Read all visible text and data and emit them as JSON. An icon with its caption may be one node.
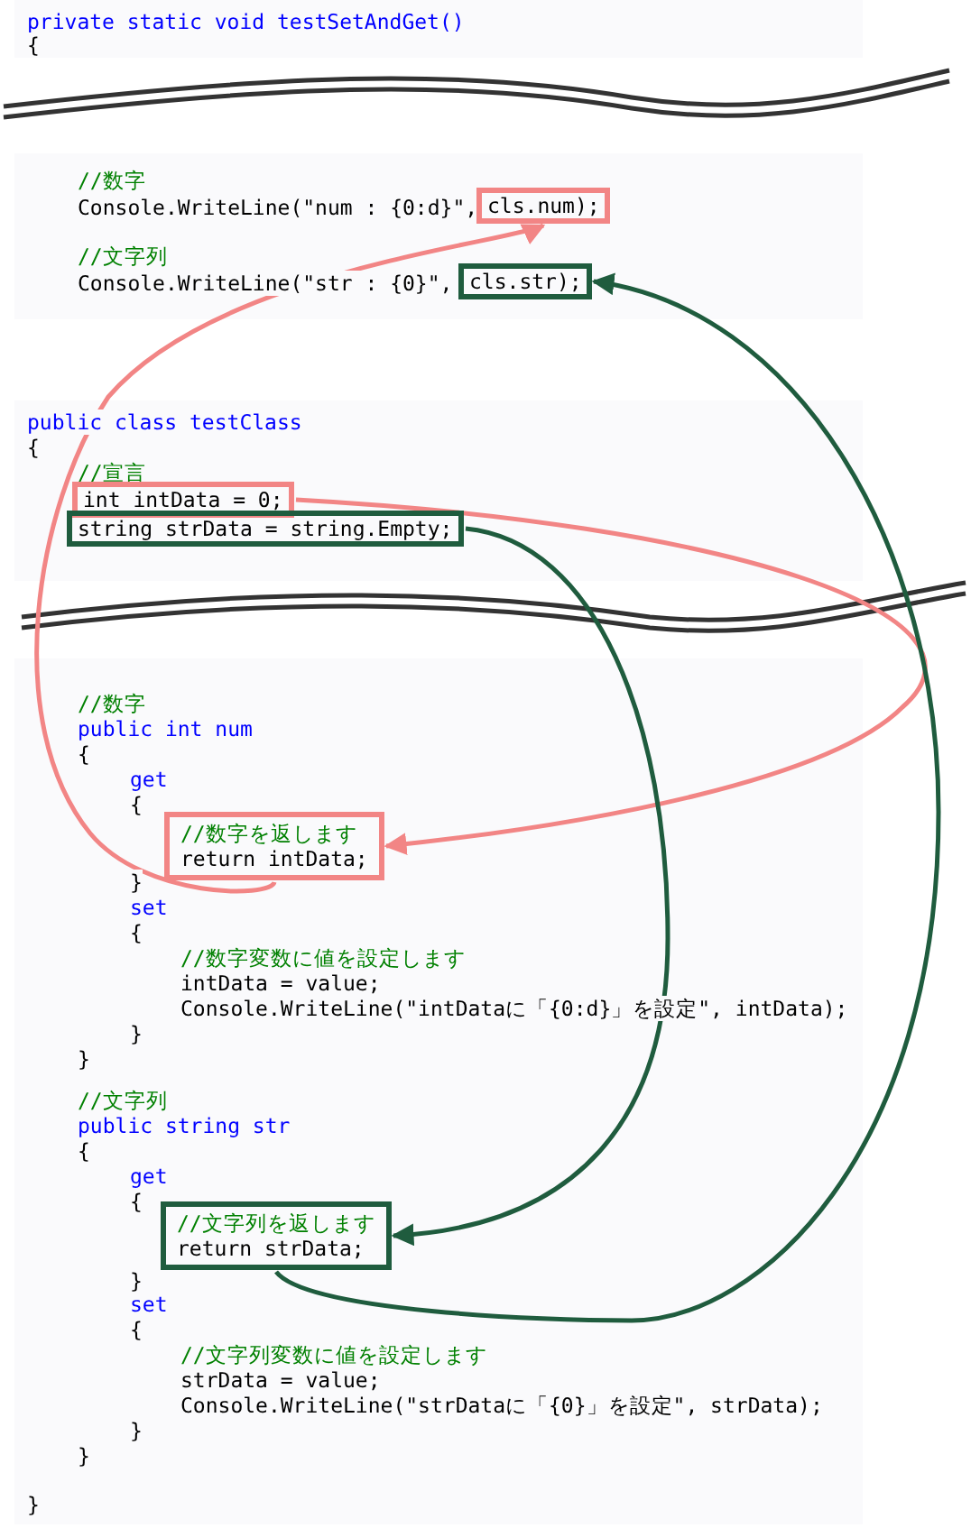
{
  "diagram": {
    "nodes": [
      {
        "text": [
          "cls.num);"
        ]
      },
      {
        "text": [
          "cls.str);"
        ]
      },
      {
        "text": [
          "int intData = 0;"
        ]
      },
      {
        "text": [
          "string strData = string.Empty;"
        ]
      },
      {
        "text": [
          "//数字を返します",
          "return intData;"
        ]
      },
      {
        "text": [
          "//文字列を返します",
          "return strData;"
        ]
      }
    ],
    "edges": [
      {
        "from": 2,
        "to": 4,
        "arrow": "to",
        "color": "#f28585"
      },
      {
        "from": 4,
        "to": 0,
        "arrow": "to",
        "color": "#f28585"
      },
      {
        "from": 3,
        "to": 5,
        "arrow": "to",
        "color": "#1f5c3e"
      },
      {
        "from": 5,
        "to": 1,
        "arrow": "to",
        "color": "#1f5c3e"
      }
    ],
    "labels": [
      "private static void testSetAndGet()",
      "{",
      "//数字",
      "Console.WriteLine(\"num : {0:d}\",",
      "//文字列",
      "Console.WriteLine(\"str : {0}\",",
      "public class testClass",
      "{",
      "//宣言",
      "//数字",
      "public int num",
      "{",
      "get",
      "{",
      "}",
      "set",
      "{",
      "//数字変数に値を設定します",
      "intData = value;",
      "Console.WriteLine(\"intDataに「{0:d}」を設定\", intData);",
      "}",
      "}",
      "//文字列",
      "public string str",
      "{",
      "get",
      "{",
      "}",
      "set",
      "{",
      "//文字列変数に値を設定します",
      "strData = value;",
      "Console.WriteLine(\"strDataに「{0}」を設定\", strData);",
      "}",
      "}",
      "}"
    ]
  }
}
